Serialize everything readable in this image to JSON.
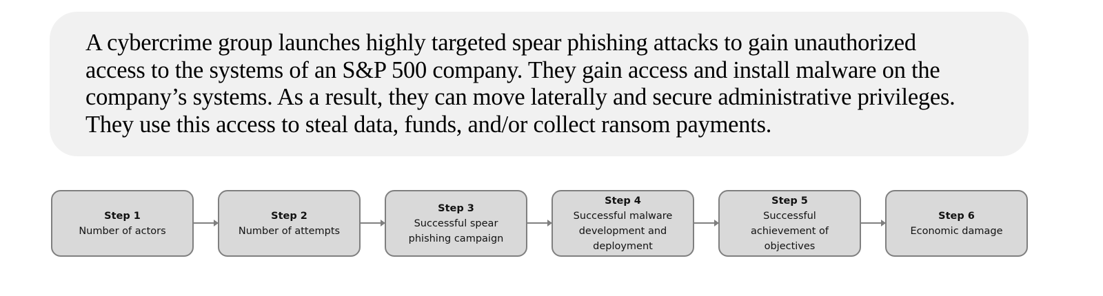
{
  "scenario": {
    "lines": [
      "A cybercrime group launches highly targeted spear phishing attacks to gain unauthorized",
      "access to the systems of an S&P 500 company. They gain access and install malware on the",
      "company’s systems. As a result, they can move laterally and secure administrative privileges.",
      "They use this access to steal data, funds, and/or collect ransom payments."
    ]
  },
  "steps": [
    {
      "title": "Step 1",
      "desc": [
        "Number of actors"
      ]
    },
    {
      "title": "Step 2",
      "desc": [
        "Number of attempts"
      ]
    },
    {
      "title": "Step 3",
      "desc": [
        "Successful spear",
        "phishing campaign"
      ]
    },
    {
      "title": "Step 4",
      "desc": [
        "Successful malware",
        "development and",
        "deployment"
      ]
    },
    {
      "title": "Step 5",
      "desc": [
        "Successful",
        "achievement of",
        "objectives"
      ]
    },
    {
      "title": "Step 6",
      "desc": [
        "Economic damage"
      ]
    }
  ],
  "colors": {
    "scenario_bg": "#f1f1f1",
    "step_fill": "#d9d9d9",
    "step_border": "#7f7f7f",
    "arrow": "#7f7f7f"
  }
}
